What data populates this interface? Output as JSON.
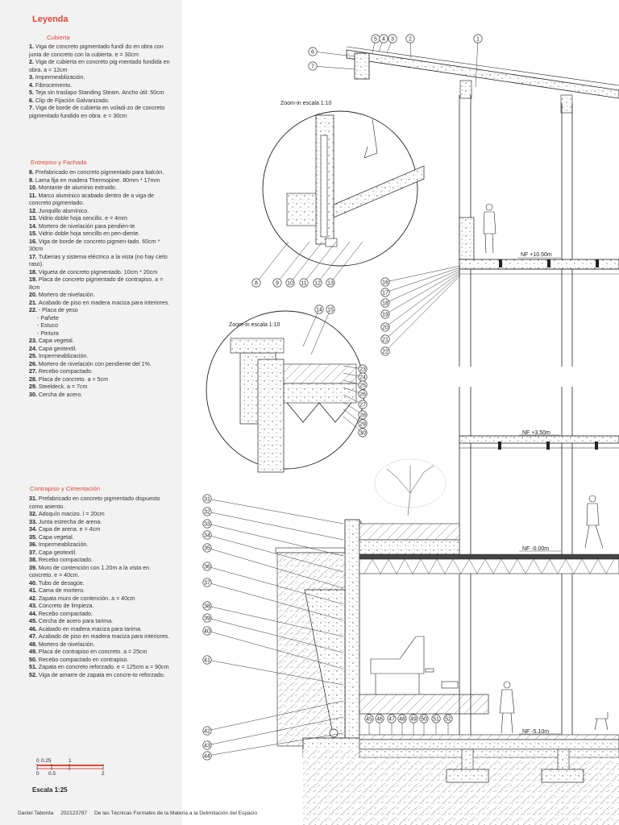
{
  "legend": {
    "title": "Leyenda",
    "sections": [
      {
        "title": "Cubierta",
        "items": [
          {
            "n": "1.",
            "t": "Viga de concreto pigmentado fundi do en obra con junta de concreto con la cubierta. e = 30cm"
          },
          {
            "n": "2.",
            "t": "Viga de cubierta en concreto pig-mentado fundida en obra. a = 12cm"
          },
          {
            "n": "3.",
            "t": "Impermeablización."
          },
          {
            "n": "4.",
            "t": "Fibrocemento."
          },
          {
            "n": "5.",
            "t": "Teja sin traslapo Standing Steam. Ancho útil: 50cm"
          },
          {
            "n": "6.",
            "t": "Clip de Fijación Galvanizado."
          },
          {
            "n": "7.",
            "t": "Viga de borde de cubierta en voladi-zo de concreto pigmentado fundido en obra. e = 30cm"
          }
        ]
      },
      {
        "title": "Entrepiso y Fachada",
        "items": [
          {
            "n": "8.",
            "t": "Prefabricado en concreto pigmentado para balcón."
          },
          {
            "n": "9.",
            "t": "Lama fija en madera Thermopine. 80mm * 17mm"
          },
          {
            "n": "10.",
            "t": "Montante de aluminio extruido."
          },
          {
            "n": "11.",
            "t": "Marco aluminico acabado dentro de a viga de concreto pigmentado."
          },
          {
            "n": "12.",
            "t": "Junquillo alumínico."
          },
          {
            "n": "13.",
            "t": "Vidrio doble hoja sencillo. e = 4mm"
          },
          {
            "n": "14.",
            "t": "Mortero de nivelación para pendien-te."
          },
          {
            "n": "15.",
            "t": "Vidrio doble hoja sencillo en pen-diente."
          },
          {
            "n": "16.",
            "t": "Viga de borde de concreto pigmen-tado. 60cm * 30cm"
          },
          {
            "n": "17.",
            "t": "Tuberias y sistema eléctrico a la vista (no hay cielo raso)."
          },
          {
            "n": "18.",
            "t": "Vigueta de concreto pigmentado. 10cm * 20cm"
          },
          {
            "n": "19.",
            "t": "Placa de concreto pigmentado de contrapiso. a = 8cm"
          },
          {
            "n": "20.",
            "t": "Mortero de nivelación."
          },
          {
            "n": "21.",
            "t": "Acabado de piso en madera maciza para interiores."
          },
          {
            "n": "22.",
            "t": "- Placa de yeso"
          },
          {
            "n": "",
            "t": "- Pañete"
          },
          {
            "n": "",
            "t": "- Estuco"
          },
          {
            "n": "",
            "t": "- Pintura"
          },
          {
            "n": "23.",
            "t": "Capa vegetal."
          },
          {
            "n": "24.",
            "t": "Capa geotextil."
          },
          {
            "n": "25.",
            "t": "Impermeablización."
          },
          {
            "n": "26.",
            "t": "Mortero de nivelación con pendiente del 1%."
          },
          {
            "n": "27.",
            "t": "Recebo compactado."
          },
          {
            "n": "28.",
            "t": "Placa de concreto. a = 5cm"
          },
          {
            "n": "29.",
            "t": "Steeldeck. a = 7cm"
          },
          {
            "n": "30.",
            "t": "Cercha de acero."
          }
        ]
      },
      {
        "title": "Contrapiso y Cimentación",
        "items": [
          {
            "n": "31.",
            "t": "Prefabricado en concreto pigmentado dispuesto como asiento."
          },
          {
            "n": "32.",
            "t": "Adoquín macizo. l = 20cm"
          },
          {
            "n": "33.",
            "t": "Junta estrecha de arena."
          },
          {
            "n": "34.",
            "t": "Capa de arena. e = 4cm"
          },
          {
            "n": "35.",
            "t": "Capa vegetal."
          },
          {
            "n": "36.",
            "t": "Impermeablización."
          },
          {
            "n": "37.",
            "t": "Capa geotextil."
          },
          {
            "n": "38.",
            "t": "Recebo compactado."
          },
          {
            "n": "39.",
            "t": "Muro de contención con 1.20m a la vista en concreto. e = 40cm."
          },
          {
            "n": "40.",
            "t": "Tubo de desagüe."
          },
          {
            "n": "41.",
            "t": "Cama de mortero."
          },
          {
            "n": "42.",
            "t": "Zapata muro de contención. a = 40cm"
          },
          {
            "n": "43.",
            "t": "Concreto de limpieza."
          },
          {
            "n": "44.",
            "t": "Recebo compactado."
          },
          {
            "n": "45.",
            "t": "Cercha de acero para tarima."
          },
          {
            "n": "46.",
            "t": "Acabado en madera maciza para tarima."
          },
          {
            "n": "47.",
            "t": "Acabado de piso en madera maciza para interiores."
          },
          {
            "n": "48.",
            "t": "Mortero de nivelación."
          },
          {
            "n": "49.",
            "t": "Placa de contrapiso en concreto. a = 25cm"
          },
          {
            "n": "50.",
            "t": "Recebo compactado en contrapiso."
          },
          {
            "n": "51.",
            "t": "Zapata en concreto reforzado. e = 125cm a = 90cm"
          },
          {
            "n": "52.",
            "t": "Viga de amarre de zapata en concre-to reforzado."
          }
        ]
      }
    ]
  },
  "scale": {
    "label": "Escala 1:25",
    "ticks_top": [
      "0",
      "0.25",
      "1"
    ],
    "ticks_bottom": [
      "0",
      "0.5",
      "2"
    ],
    "accent_color": "#e2473a"
  },
  "footer": {
    "author": "Daniel Taborda",
    "code": "202123787",
    "course": "De las Técnicas Formales de la Materia a la Delimitación del Espacio"
  },
  "drawing": {
    "zoom_labels": [
      "Zoom-in escala 1:10",
      "Zoom-in escala 1:10"
    ],
    "levels": [
      "NF +10.50m",
      "NF +3.50m",
      "NF -0.00m",
      "NF -5.10m"
    ],
    "callouts_top": [
      "5",
      "4",
      "3",
      "2",
      "1",
      "6",
      "7"
    ],
    "callouts_zoom1": [
      "8",
      "9",
      "10",
      "11",
      "12",
      "13"
    ],
    "callouts_facade": [
      "16",
      "17",
      "18",
      "19",
      "20",
      "21",
      "22"
    ],
    "callouts_zoom2_top": [
      "14",
      "15"
    ],
    "callouts_zoom2_right": [
      "23",
      "24",
      "25",
      "26",
      "27",
      "28",
      "29",
      "30"
    ],
    "callouts_left": [
      "31",
      "32",
      "33",
      "34",
      "35",
      "36",
      "37",
      "38",
      "39",
      "40",
      "41",
      "42",
      "43",
      "44"
    ],
    "callouts_bottom": [
      "45",
      "46",
      "47",
      "48",
      "49",
      "50",
      "51",
      "52"
    ]
  }
}
